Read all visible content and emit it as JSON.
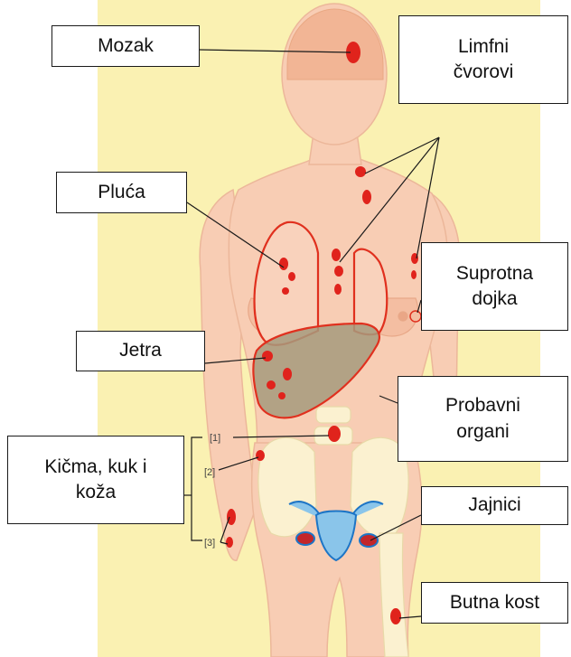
{
  "labels": {
    "brain": "Mozak",
    "lymph_nodes": "Limfni\nčvorovi",
    "lungs": "Pluća",
    "other_breast": "Suprotna\ndojka",
    "liver": "Jetra",
    "digestive_organs": "Probavni\norgani",
    "spine_hip_skin": "Kičma, kuk i\nkoža",
    "ovaries": "Jajnici",
    "femur": "Butna kost"
  },
  "bracket_marks": [
    "[1]",
    "[2]",
    "[3]"
  ],
  "colors": {
    "background_panel": "#faf1b2",
    "skin": "#f8cdb4",
    "skin_outline": "#ecb79a",
    "brain": "#f2b595",
    "organ_outline": "#e0301e",
    "liver_fill": "#a69a7c",
    "spot": "#e0231c",
    "bone": "#fbf1d0",
    "uterus": "#8ac5ea",
    "uterus_outline": "#1d75c6",
    "line": "#1a1a1a"
  }
}
